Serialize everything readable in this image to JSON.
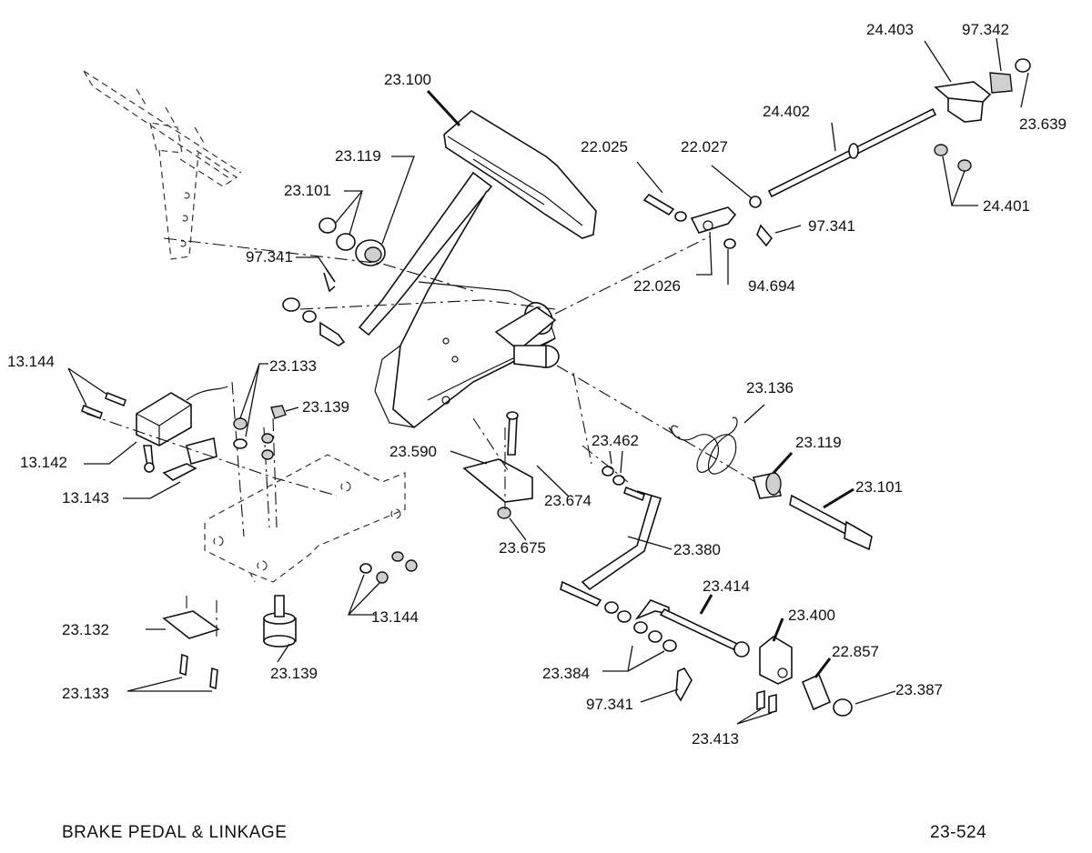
{
  "title": "BRAKE PEDAL & LINKAGE",
  "page_number": "23-524",
  "labels": {
    "p23100": "23.100",
    "p23119a": "23.119",
    "p23101a": "23.101",
    "p97341a": "97.341",
    "p24403": "24.403",
    "p97342": "97.342",
    "p23639": "23.639",
    "p24402": "24.402",
    "p24401": "24.401",
    "p22025": "22.025",
    "p22027": "22.027",
    "p97341b": "97.341",
    "p22026": "22.026",
    "p94694": "94.694",
    "p13144a": "13.144",
    "p23133a": "23.133",
    "p23139a": "23.139",
    "p13142": "13.142",
    "p13143": "13.143",
    "p23136": "23.136",
    "p23462": "23.462",
    "p23119b": "23.119",
    "p23590": "23.590",
    "p23674": "23.674",
    "p23101b": "23.101",
    "p23675": "23.675",
    "p23380": "23.380",
    "p23414": "23.414",
    "p23400": "23.400",
    "p22857": "22.857",
    "p23387": "23.387",
    "p13144b": "13.144",
    "p23132": "23.132",
    "p23384": "23.384",
    "p23133b": "23.133",
    "p23139b": "23.139",
    "p97341c": "97.341",
    "p23413": "23.413"
  }
}
